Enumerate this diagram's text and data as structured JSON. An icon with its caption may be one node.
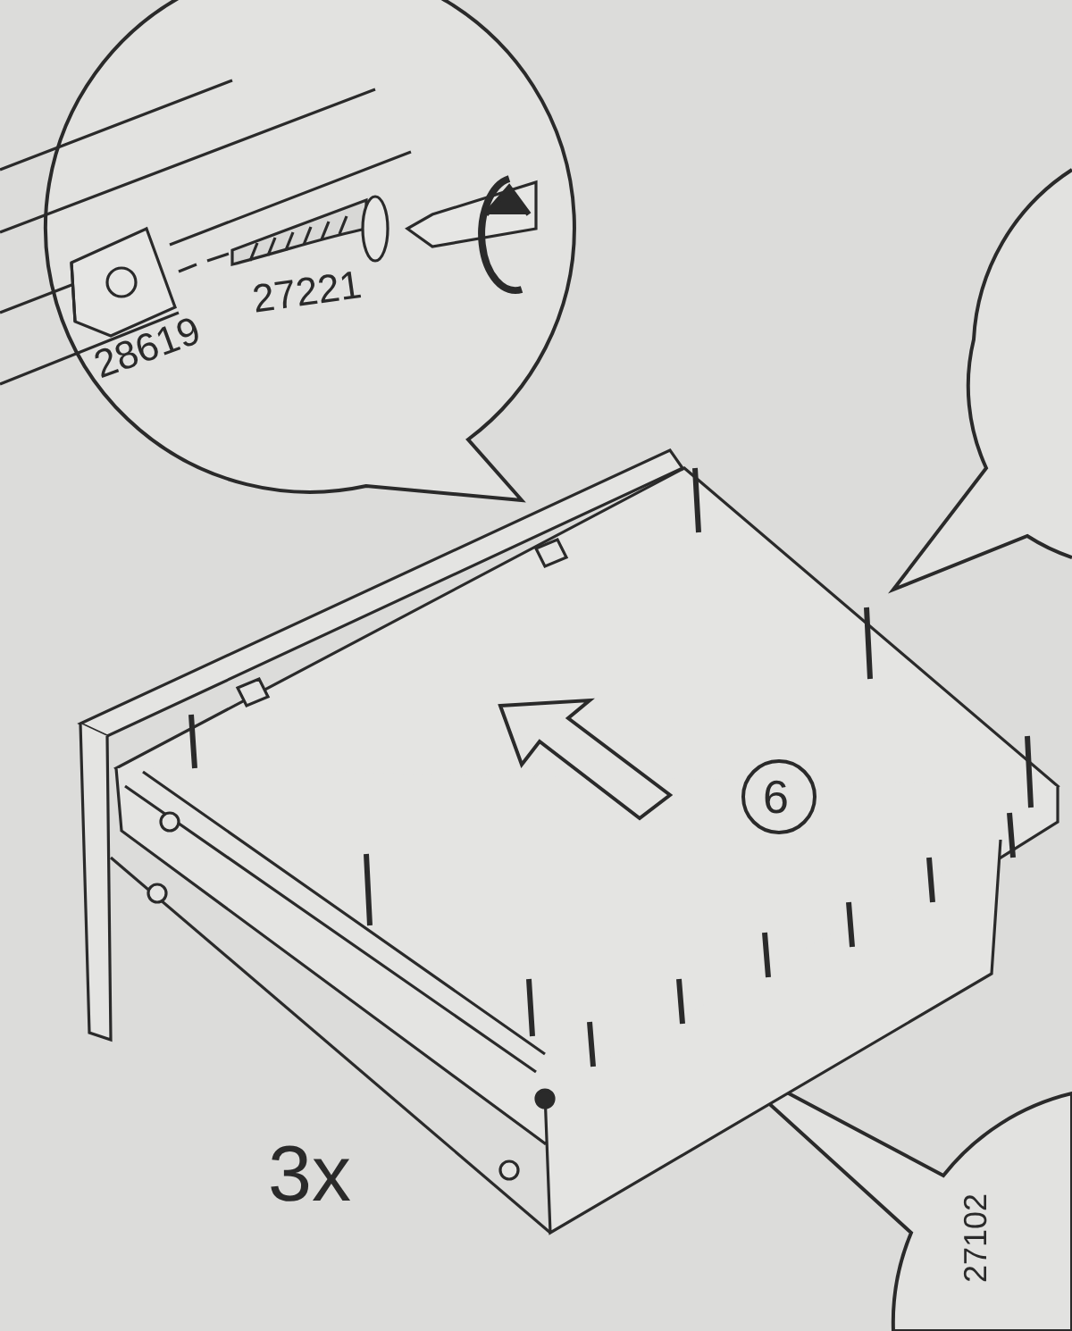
{
  "diagram": {
    "labels": [
      "28619",
      "27221",
      "6",
      "3x",
      "27102"
    ]
  }
}
